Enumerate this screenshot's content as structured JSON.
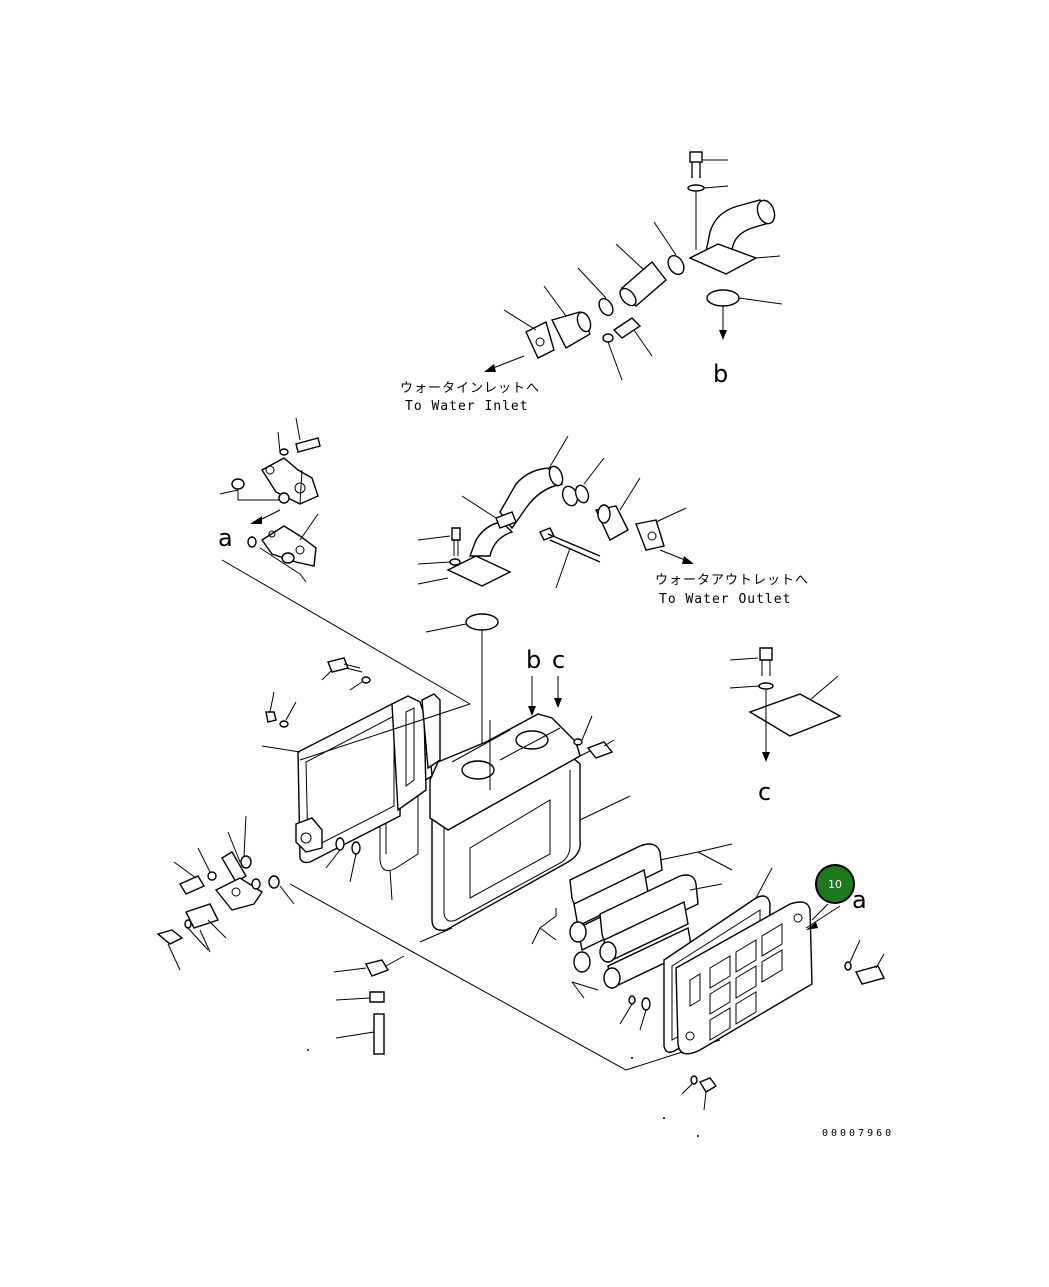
{
  "labels": {
    "water_inlet_jp": "ウォータインレットへ",
    "water_inlet_en": "To Water Inlet",
    "water_outlet_jp": "ウォータアウトレットへ",
    "water_outlet_en": "To Water Outlet",
    "ref_a_left": "a",
    "ref_a_right": "a",
    "ref_b_top": "b",
    "ref_b_mid": "b",
    "ref_c_mid": "c",
    "ref_c_right": "c"
  },
  "callout": {
    "number": "10",
    "color": "#1f7a1f",
    "border": "#000000"
  },
  "drawing_code": "00007960"
}
